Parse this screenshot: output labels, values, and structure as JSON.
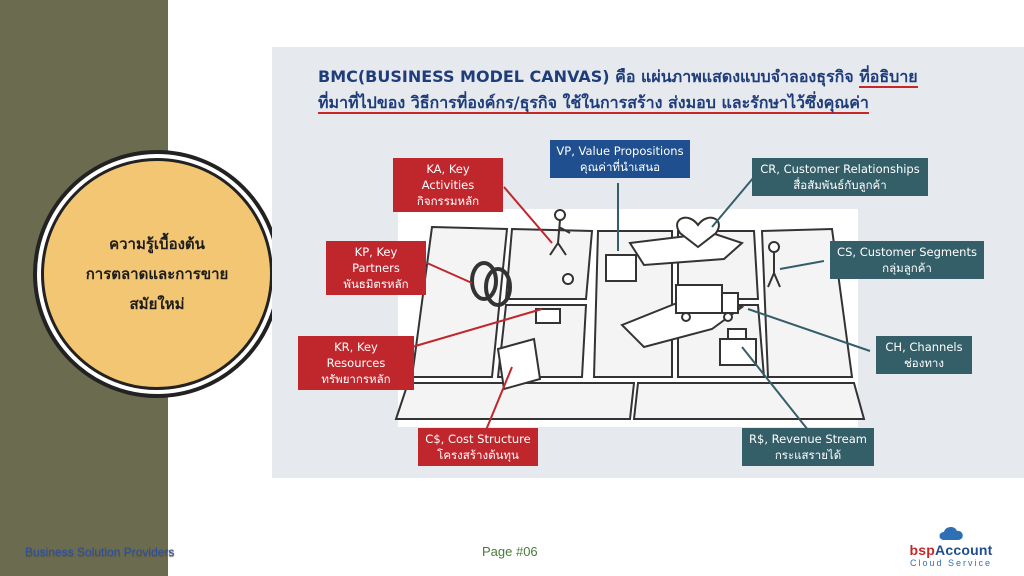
{
  "sidebar": {
    "bg_color": "#6b6b4f"
  },
  "circle": {
    "line1": "ความรู้เบื้องต้น",
    "line2": "การตลาดและการขาย",
    "line3": "สมัยใหม่",
    "fill": "#f2c673"
  },
  "slide": {
    "title_line1_a": "BMC(BUSINESS MODEL CANVAS)",
    "title_line1_b": " คือ แผ่นภาพแสดงแบบจำลองธุรกิจ ",
    "title_line1_c": "ที่อธิบาย",
    "title_line2_a": "ที่มาที่ไปของ วิธีการที่องค์กร/ธุรกิจ",
    "title_line2_b": " ใช้ในการสร้าง ส่งมอบ และรักษาไว้ซึ่งคุณค่า"
  },
  "blocks": {
    "ka": {
      "en": "KA, Key Activities",
      "th": "กิจกรรมหลัก"
    },
    "kp": {
      "en": "KP, Key Partners",
      "th": "พันธมิตรหลัก"
    },
    "kr": {
      "en": "KR, Key Resources",
      "th": "ทรัพยากรหลัก"
    },
    "cs_cost": {
      "en": "C$, Cost Structure",
      "th": "โครงสร้างต้นทุน"
    },
    "vp": {
      "en": "VP, Value Propositions",
      "th": "คุณค่าที่นำเสนอ"
    },
    "cr": {
      "en": "CR, Customer Relationships",
      "th": "สื่อสัมพันธ์กับลูกค้า"
    },
    "cseg": {
      "en": "CS, Customer Segments",
      "th": "กลุ่มลูกค้า"
    },
    "ch": {
      "en": "CH, Channels",
      "th": "ช่องทาง"
    },
    "rs": {
      "en": "R$, Revenue Stream",
      "th": "กระแสรายได้"
    }
  },
  "footer": {
    "left": "Business Solution Providers",
    "page": "Page #06"
  },
  "brand": {
    "name_a": "bsp",
    "name_b": "Account",
    "sub": "Cloud Service"
  }
}
